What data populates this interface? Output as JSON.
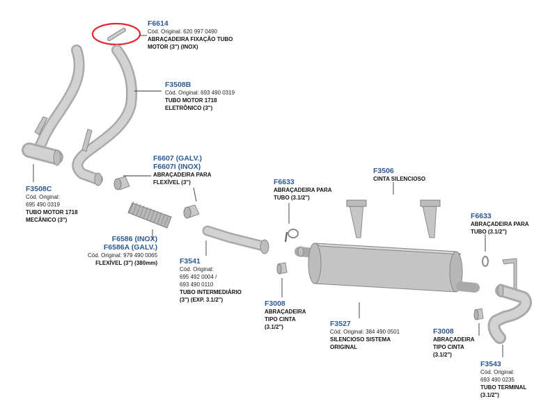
{
  "parts": {
    "f6614": {
      "code": "F6614",
      "orig": "Cód. Original: 620 997 0490",
      "desc1": "ABRAÇADEIRA FIXAÇÃO TUBO",
      "desc2": "MOTOR (3\") (INOX)"
    },
    "f3508b": {
      "code": "F3508B",
      "orig": "Cód. Original: 693 490 0319",
      "desc1": "TUBO MOTOR  1718",
      "desc2": "ELETRÔNICO (3\")"
    },
    "f3508c": {
      "code": "F3508C",
      "orig1": "Cód. Original:",
      "orig2": "695 490 0319",
      "desc1": "TUBO MOTOR  1718",
      "desc2": "MECÂNICO (3\")"
    },
    "f6607": {
      "code1": "F6607 (GALV.)",
      "code2": "F6607I (INOX)",
      "desc1": "ABRAÇADEIRA PARA",
      "desc2": "FLEXÍVEL (3\")"
    },
    "f6586": {
      "code1": "F6586 (INOX)",
      "code2": "F6586A (GALV.)",
      "orig": "Cód. Original: 979 490 0065",
      "desc": "FLEXÍVEL (3\") (380mm)"
    },
    "f3541": {
      "code": "F3541",
      "orig1": "Cód. Original:",
      "orig2": " 695 492 0004 /",
      "orig3": "693 490 0110",
      "desc1": "TUBO INTERMEDIÁRIO",
      "desc2": "(3\") (EXP. 3.1/2\")"
    },
    "f6633_left": {
      "code": "F6633",
      "desc1": "ABRAÇADEIRA PARA",
      "desc2": "TUBO (3.1/2\")"
    },
    "f3506": {
      "code": "F3506",
      "desc": "CINTA SILENCIOSO"
    },
    "f6633_right": {
      "code": "F6633",
      "desc1": "ABRAÇADEIRA PARA",
      "desc2": "TUBO (3.1/2\")"
    },
    "f3008_left": {
      "code": "F3008",
      "desc1": "ABRAÇADEIRA",
      "desc2": "TIPO CINTA",
      "desc3": "(3.1/2\")"
    },
    "f3527": {
      "code": "F3527",
      "orig": "Cód. Original: 384 490 0501",
      "desc1": "SILENCIOSO SISTEMA",
      "desc2": "ORIGINAL"
    },
    "f3008_right": {
      "code": "F3008",
      "desc1": "ABRAÇADEIRA",
      "desc2": "TIPO CINTA",
      "desc3": "(3.1/2\")"
    },
    "f3543": {
      "code": "F3543",
      "orig1": "Cód. Original:",
      "orig2": "693 490 0235",
      "desc1": "TUBO TERMINAL",
      "desc2": "(3.1/2\")"
    }
  },
  "colors": {
    "code_text": "#2b5a92",
    "highlight": "#e3262e",
    "part_fill": "#c9c9c9"
  }
}
